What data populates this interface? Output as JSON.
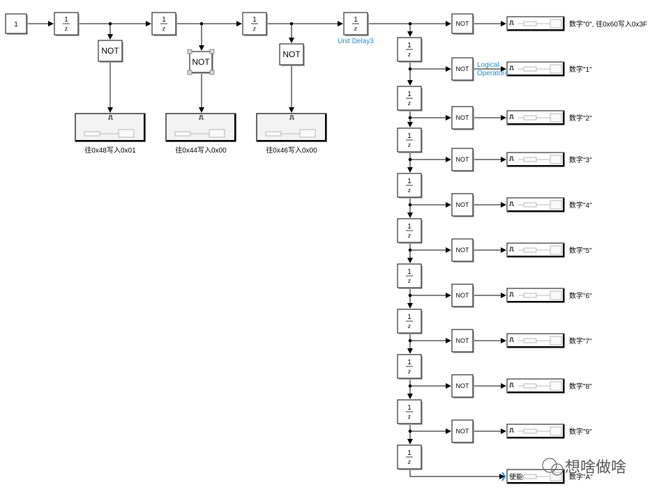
{
  "constant": {
    "value": "1"
  },
  "delay": {
    "num": "1",
    "den": "z"
  },
  "not_label": "NOT",
  "delay_name": "Unit Delay3",
  "logical_label_1": "Logical",
  "logical_label_2": "Operator4",
  "top_sinks": [
    {
      "label": "往0x48写入0x01"
    },
    {
      "label": "往0x44写入0x00"
    },
    {
      "label": "往0x46写入0x00"
    }
  ],
  "right_sinks": [
    {
      "label": "数字\"0\", 往0x60写入0x3F"
    },
    {
      "label": "数字\"1\""
    },
    {
      "label": "数字\"2\""
    },
    {
      "label": "数字\"3\""
    },
    {
      "label": "数字\"4\""
    },
    {
      "label": "数字\"5\""
    },
    {
      "label": "数字\"6\""
    },
    {
      "label": "数字\"7\""
    },
    {
      "label": "数字\"8\""
    },
    {
      "label": "数字\"9\""
    }
  ],
  "enable_sink": {
    "label": "数字\"A\"",
    "inner": "使能"
  },
  "watermark": "想啥做啥"
}
